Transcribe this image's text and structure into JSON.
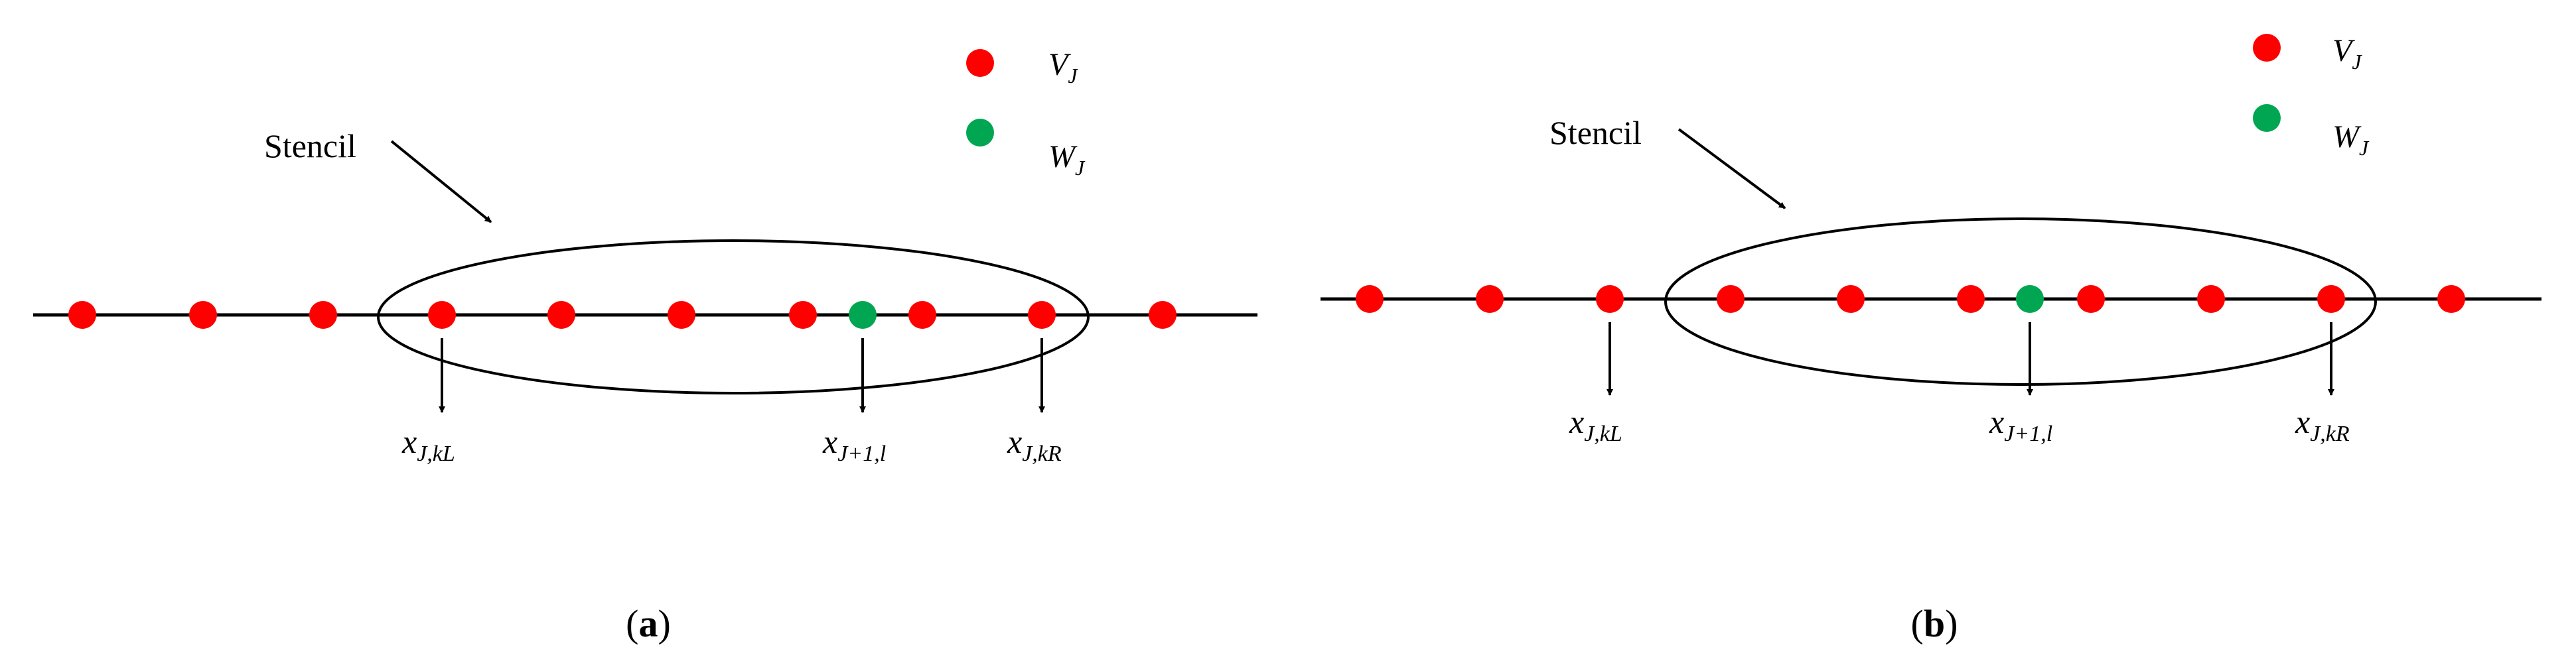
{
  "colors": {
    "scaling_point": "#ff0000",
    "wavelet_point": "#00a651",
    "line": "#000000"
  },
  "panels": [
    {
      "id": "a",
      "caption": {
        "open": "(",
        "letter": "a",
        "close": ")"
      },
      "legend": [
        {
          "color": "#ff0000",
          "symbol": "V",
          "sub": "J"
        },
        {
          "color": "#00a651",
          "symbol": "W",
          "sub": "J"
        }
      ],
      "stencil_label": "Stencil",
      "markers": [
        {
          "base": "x",
          "sub": "J,kL"
        },
        {
          "base": "x",
          "sub": "J+1,l"
        },
        {
          "base": "x",
          "sub": "J,kR"
        }
      ]
    },
    {
      "id": "b",
      "caption": {
        "open": "(",
        "letter": "b",
        "close": ")"
      },
      "legend": [
        {
          "color": "#ff0000",
          "symbol": "V",
          "sub": "J"
        },
        {
          "color": "#00a651",
          "symbol": "W",
          "sub": "J"
        }
      ],
      "stencil_label": "Stencil",
      "markers": [
        {
          "base": "x",
          "sub": "J,kL"
        },
        {
          "base": "x",
          "sub": "J+1,l"
        },
        {
          "base": "x",
          "sub": "J,kR"
        }
      ]
    }
  ]
}
